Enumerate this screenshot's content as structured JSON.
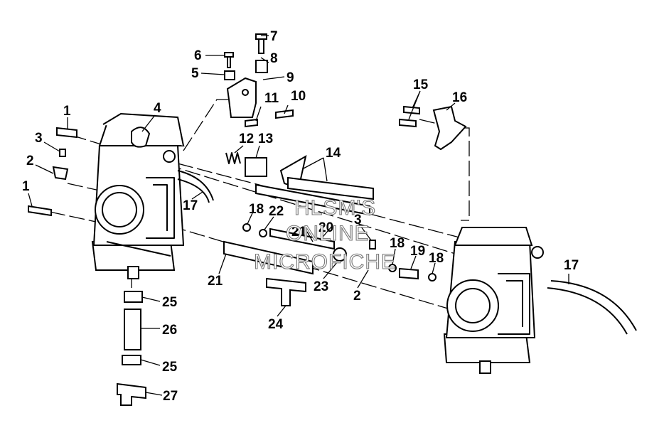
{
  "callouts": [
    {
      "id": "c1a",
      "text": "1"
    },
    {
      "id": "c1b",
      "text": "1"
    },
    {
      "id": "c2a",
      "text": "2"
    },
    {
      "id": "c2b",
      "text": "2"
    },
    {
      "id": "c3a",
      "text": "3"
    },
    {
      "id": "c3b",
      "text": "3"
    },
    {
      "id": "c4",
      "text": "4"
    },
    {
      "id": "c5",
      "text": "5"
    },
    {
      "id": "c6",
      "text": "6"
    },
    {
      "id": "c7",
      "text": "7"
    },
    {
      "id": "c8",
      "text": "8"
    },
    {
      "id": "c9",
      "text": "9"
    },
    {
      "id": "c10",
      "text": "10"
    },
    {
      "id": "c11",
      "text": "11"
    },
    {
      "id": "c12",
      "text": "12"
    },
    {
      "id": "c13",
      "text": "13"
    },
    {
      "id": "c14",
      "text": "14"
    },
    {
      "id": "c15",
      "text": "15"
    },
    {
      "id": "c16",
      "text": "16"
    },
    {
      "id": "c17a",
      "text": "17"
    },
    {
      "id": "c17b",
      "text": "17"
    },
    {
      "id": "c18a",
      "text": "18"
    },
    {
      "id": "c18b",
      "text": "18"
    },
    {
      "id": "c18c",
      "text": "18"
    },
    {
      "id": "c19",
      "text": "19"
    },
    {
      "id": "c20",
      "text": "20"
    },
    {
      "id": "c21a",
      "text": "21"
    },
    {
      "id": "c21b",
      "text": "21"
    },
    {
      "id": "c22",
      "text": "22"
    },
    {
      "id": "c23",
      "text": "23"
    },
    {
      "id": "c24",
      "text": "24"
    },
    {
      "id": "c25a",
      "text": "25"
    },
    {
      "id": "c25b",
      "text": "25"
    },
    {
      "id": "c26",
      "text": "26"
    },
    {
      "id": "c27",
      "text": "27"
    }
  ],
  "watermark": {
    "line1": "HLSM'S",
    "line2": "ONLINE",
    "line3": "MICROFICHE"
  }
}
